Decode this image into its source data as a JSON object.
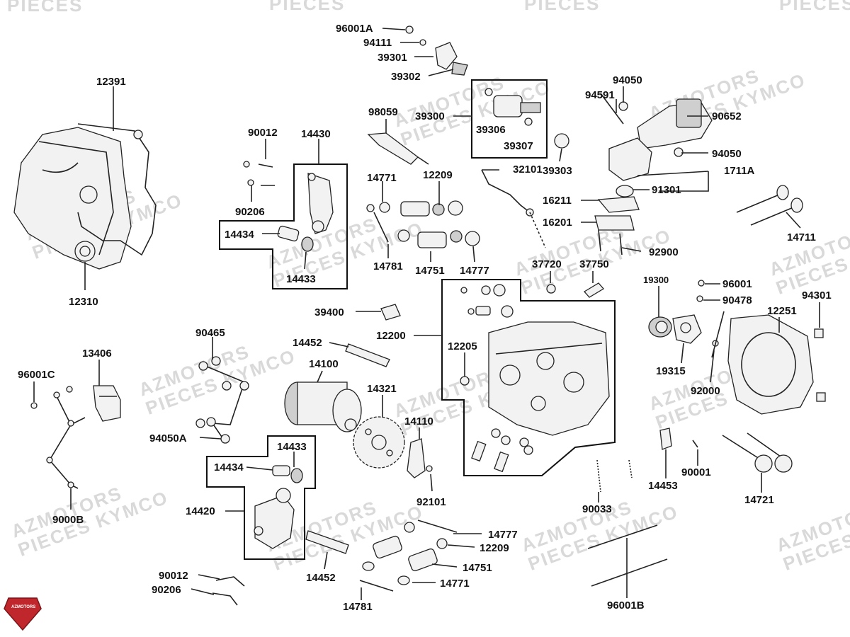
{
  "watermark": {
    "line1": "AZMOTORS",
    "line2": "PIECES KYMCO",
    "partial": "PIECES"
  },
  "logo": {
    "text": "AZMOTORS",
    "color": "#c0272d"
  },
  "labels": {
    "l96001A": "96001A",
    "l94111": "94111",
    "l39301": "39301",
    "l39302": "39302",
    "l12391": "12391",
    "l98059": "98059",
    "l39300": "39300",
    "l39306": "39306",
    "l39307": "39307",
    "l94050a": "94050",
    "l94591": "94591",
    "l90652": "90652",
    "l94050b": "94050",
    "l1711A": "1711A",
    "l90012a": "90012",
    "l14430": "14430",
    "l14771a": "14771",
    "l12209a": "12209",
    "l32101": "32101",
    "l39303": "39303",
    "l16211": "16211",
    "l91301": "91301",
    "l14711": "14711",
    "l90206a": "90206",
    "l14434a": "14434",
    "l14433a": "14433",
    "l14781a": "14781",
    "l14751a": "14751",
    "l14777a": "14777",
    "l16201": "16201",
    "l92900": "92900",
    "l37720": "37720",
    "l37750": "37750",
    "l12310": "12310",
    "l39400": "39400",
    "l12200": "12200",
    "l19300": "19300",
    "l96001": "96001",
    "l90478": "90478",
    "l94301": "94301",
    "l12251": "12251",
    "l90465": "90465",
    "l14452a": "14452",
    "l13406": "13406",
    "l14100": "14100",
    "l12205": "12205",
    "l19315": "19315",
    "l92000": "92000",
    "l96001C": "96001C",
    "l14321": "14321",
    "l94050A": "94050A",
    "l14110": "14110",
    "l14433b": "14433",
    "l14434b": "14434",
    "l14453": "14453",
    "l90001": "90001",
    "l14721": "14721",
    "l92101": "92101",
    "l9000B": "9000B",
    "l14420": "14420",
    "l90033": "90033",
    "l14777b": "14777",
    "l12209b": "12209",
    "l14751b": "14751",
    "l14771b": "14771",
    "l90012b": "90012",
    "l90206b": "90206",
    "l14452b": "14452",
    "l14781b": "14781",
    "l96001B": "96001B"
  }
}
